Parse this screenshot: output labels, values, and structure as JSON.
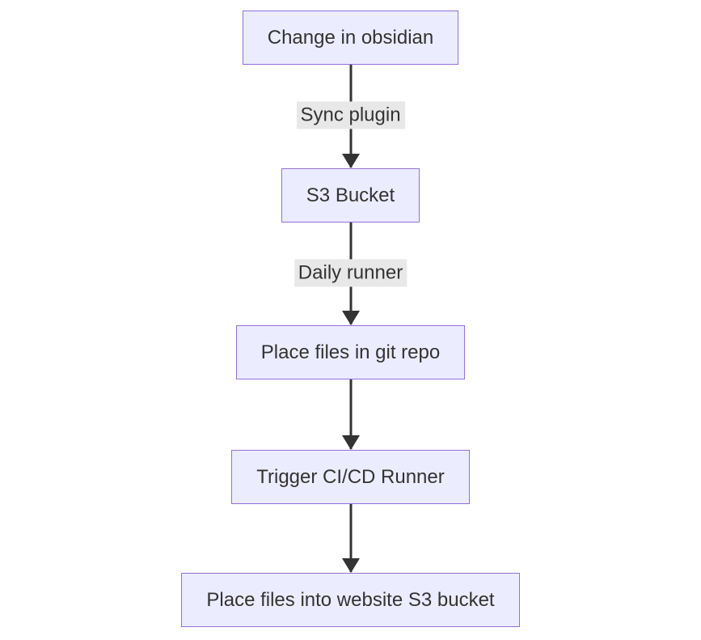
{
  "diagram": {
    "type": "flowchart-vertical",
    "nodes": [
      {
        "label": "Change in obsidian"
      },
      {
        "label": "S3 Bucket"
      },
      {
        "label": "Place files in git repo"
      },
      {
        "label": "Trigger CI/CD Runner"
      },
      {
        "label": "Place files into website S3 bucket"
      }
    ],
    "edges": [
      {
        "from": 0,
        "to": 1,
        "label": "Sync plugin"
      },
      {
        "from": 1,
        "to": 2,
        "label": "Daily runner"
      },
      {
        "from": 2,
        "to": 3,
        "label": ""
      },
      {
        "from": 3,
        "to": 4,
        "label": ""
      }
    ],
    "colors": {
      "background": "#ffffff",
      "node_fill": "#ECECFF",
      "node_border": "#9370DB",
      "text": "#333333",
      "edge_line": "#333333",
      "edge_label_bg": "#e8e8e8"
    }
  }
}
